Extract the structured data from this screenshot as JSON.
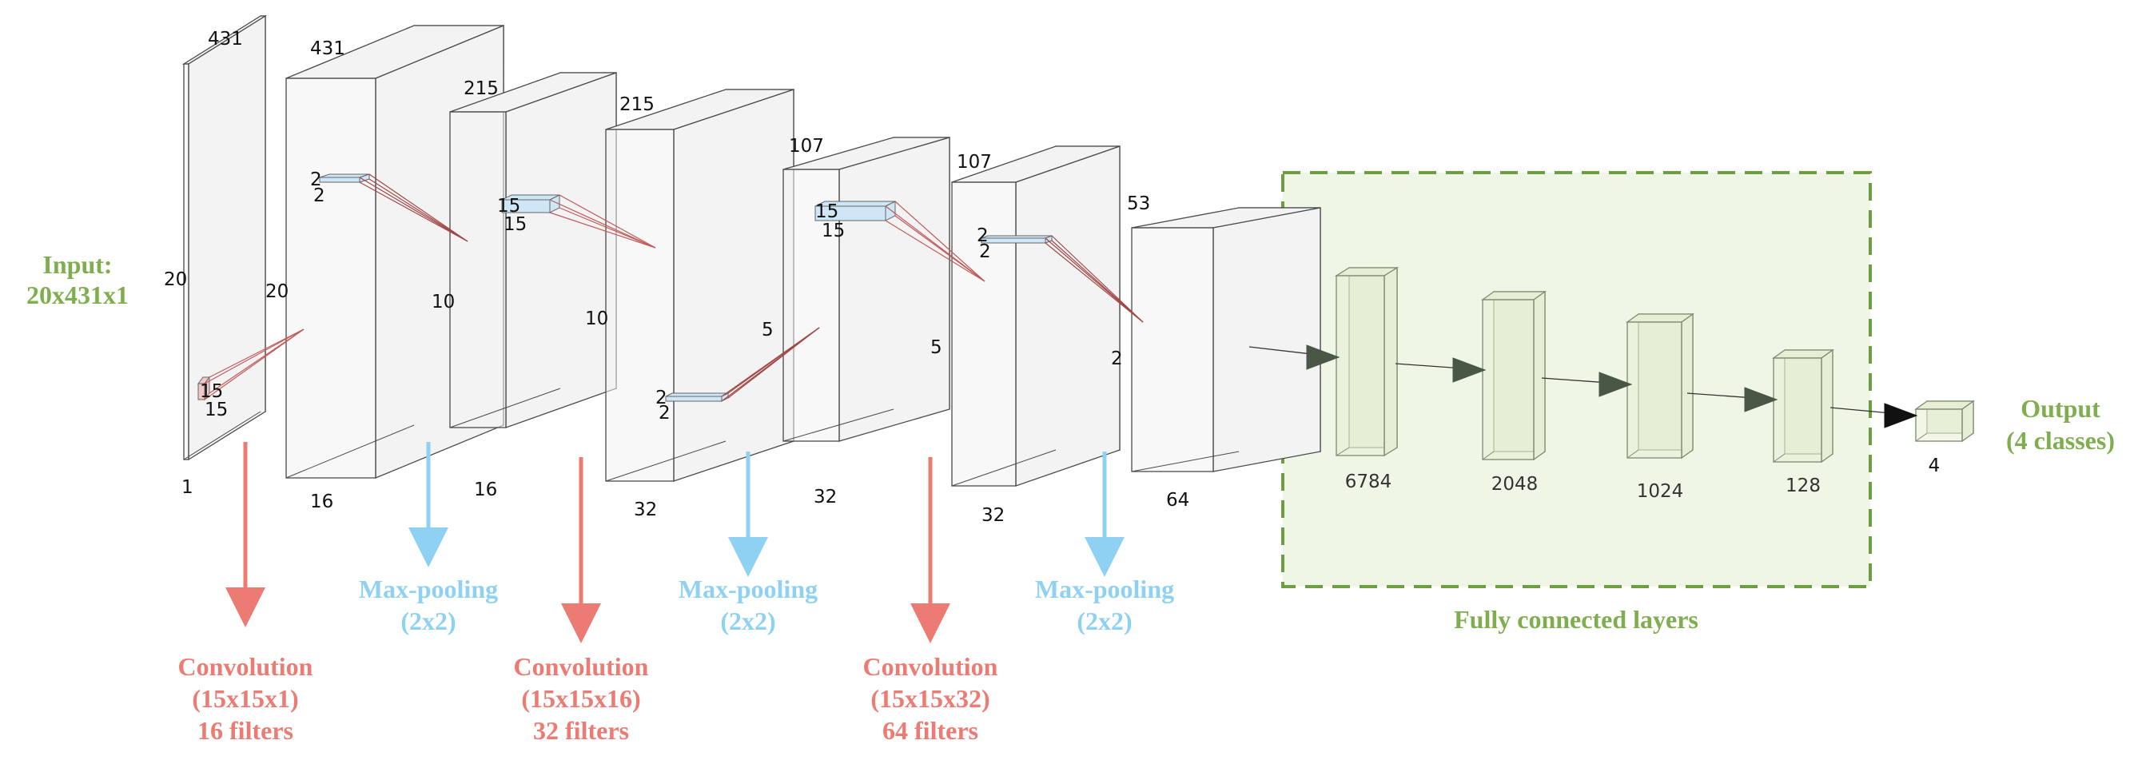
{
  "input_label": {
    "line1": "Input:",
    "line2": "20x431x1"
  },
  "output_label": {
    "line1": "Output",
    "line2": "(4 classes)"
  },
  "fc_label": "Fully connected layers",
  "layers": [
    {
      "top": "431",
      "side": "20",
      "bottom": "1",
      "kernel_a": "15",
      "kernel_b": "15"
    },
    {
      "top": "431",
      "side": "20",
      "bottom": "16",
      "kernel_a": "2",
      "kernel_b": "2"
    },
    {
      "top": "215",
      "side": "10",
      "bottom": "16",
      "kernel_a": "15",
      "kernel_b": "15"
    },
    {
      "top": "215",
      "side": "10",
      "bottom": "32",
      "kernel_a": "2",
      "kernel_b": "2"
    },
    {
      "top": "107",
      "side": "5",
      "bottom": "32",
      "kernel_a": "15",
      "kernel_b": "15"
    },
    {
      "top": "107",
      "side": "5",
      "bottom": "32",
      "kernel_a": "2",
      "kernel_b": "2"
    },
    {
      "top": "53",
      "side": "2",
      "bottom": "64"
    }
  ],
  "fc_layers": [
    "6784",
    "2048",
    "1024",
    "128",
    "4"
  ],
  "operations": {
    "conv1": {
      "line1": "Convolution",
      "line2": "(15x15x1)",
      "line3": "16 filters"
    },
    "pool1": {
      "line1": "Max-pooling",
      "line2": "(2x2)"
    },
    "conv2": {
      "line1": "Convolution",
      "line2": "(15x15x16)",
      "line3": "32 filters"
    },
    "pool2": {
      "line1": "Max-pooling",
      "line2": "(2x2)"
    },
    "conv3": {
      "line1": "Convolution",
      "line2": "(15x15x32)",
      "line3": "64 filters"
    },
    "pool3": {
      "line1": "Max-pooling",
      "line2": "(2x2)"
    }
  },
  "colors": {
    "convolution": "#ec7b73",
    "pooling": "#8fd1f3",
    "fully_connected": "#7fae4e",
    "fc_panel_fill": "#f0f6e6",
    "volume_fill": "#f3f3f3",
    "kernel_red": "#f2c8c8",
    "kernel_blue": "#cfe6f6"
  }
}
